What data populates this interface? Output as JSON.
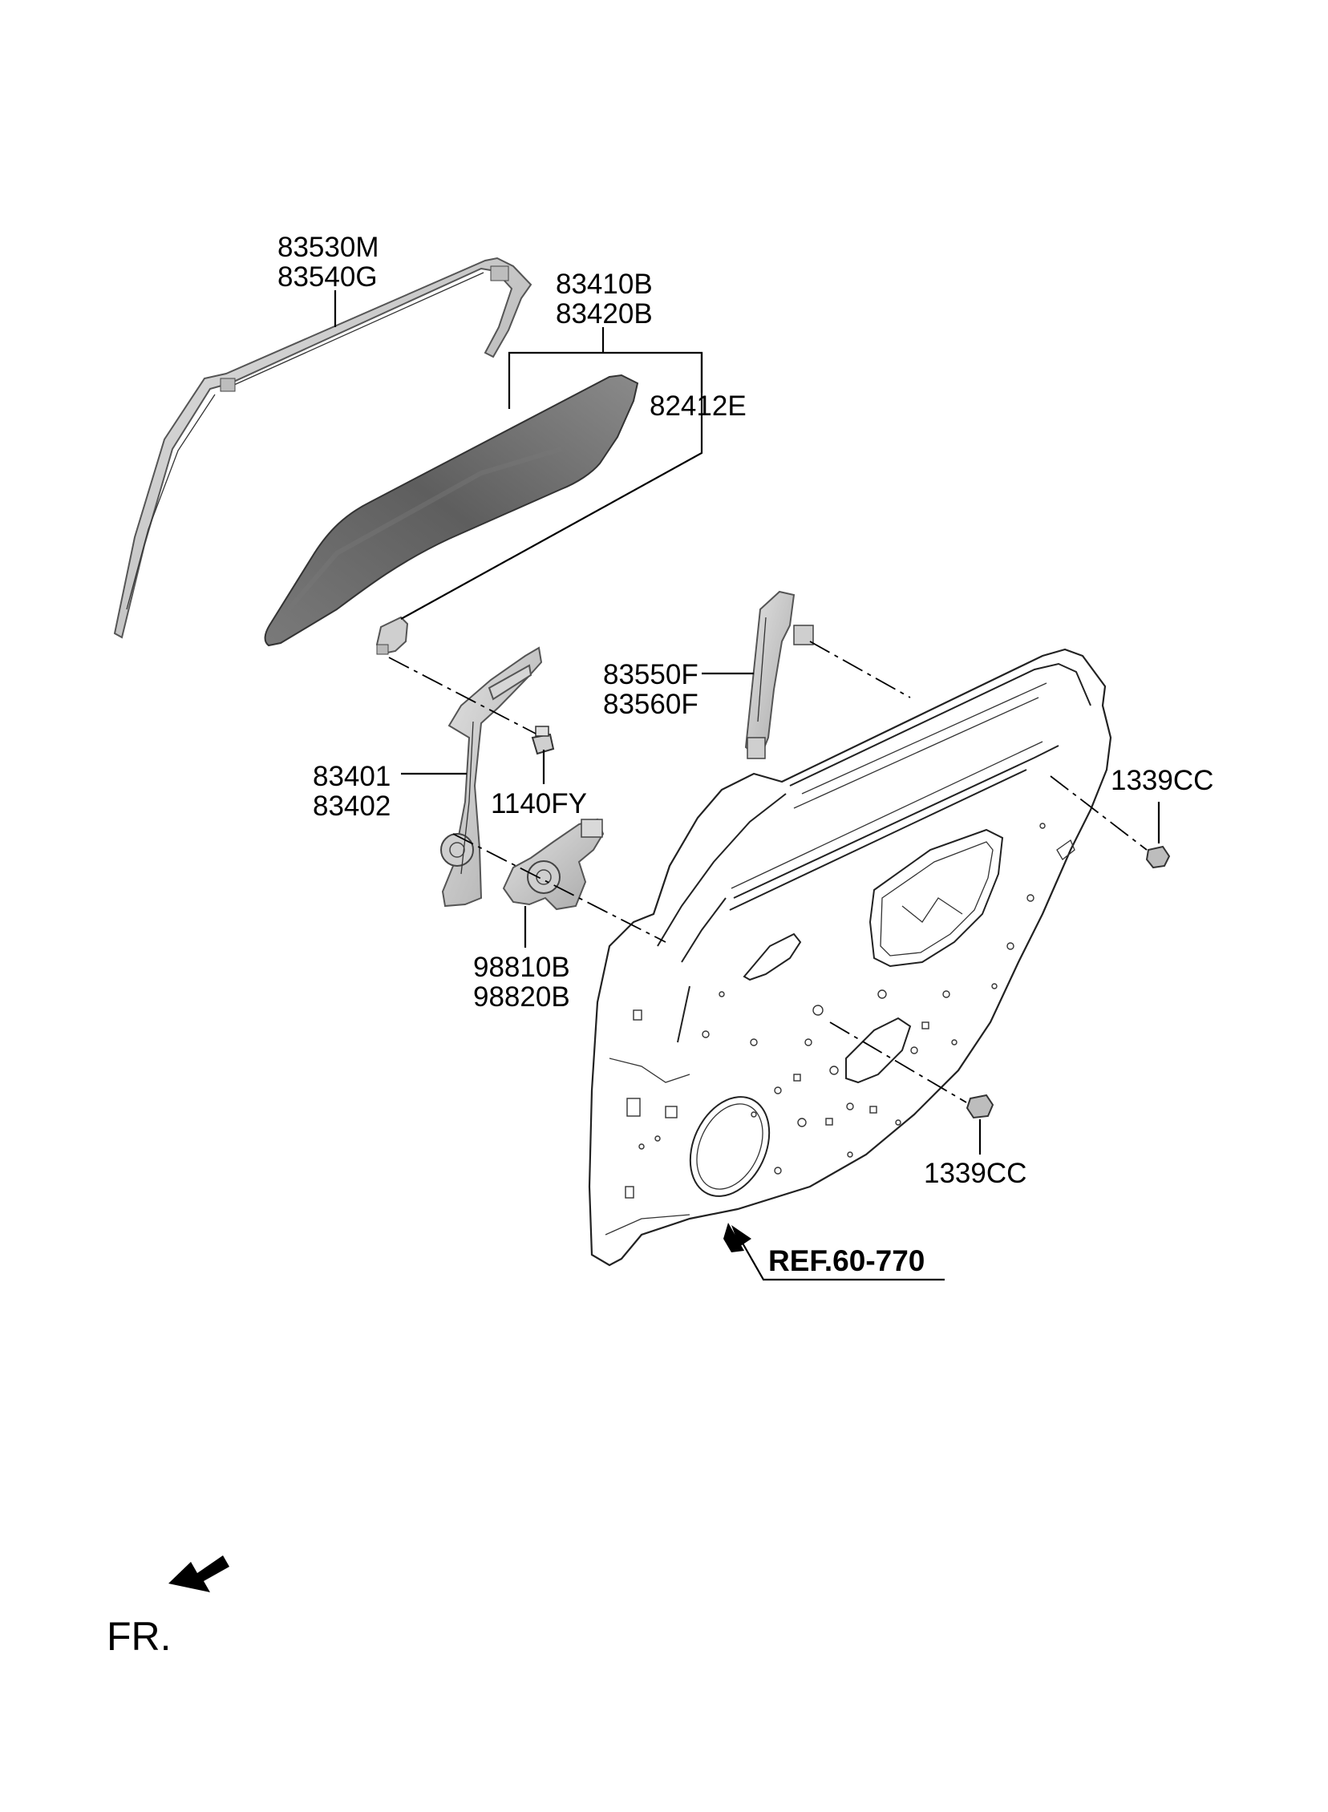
{
  "labels": {
    "run_channel_top": [
      "83530M",
      "83540G"
    ],
    "glass": [
      "83410B",
      "83420B"
    ],
    "glass_holder": "82412E",
    "rear_channel": [
      "83550F",
      "83560F"
    ],
    "regulator": [
      "83401",
      "83402"
    ],
    "bolt": "1140FY",
    "motor": [
      "98810B",
      "98820B"
    ],
    "plug_upper": "1339CC",
    "plug_lower": "1339CC",
    "reference": "REF.60-770",
    "front_marker": "FR."
  },
  "colors": {
    "line": "#000000",
    "glass_fill": "#6e6e6e",
    "part_fill": "#c9c9c9",
    "door_fill": "#ffffff"
  }
}
